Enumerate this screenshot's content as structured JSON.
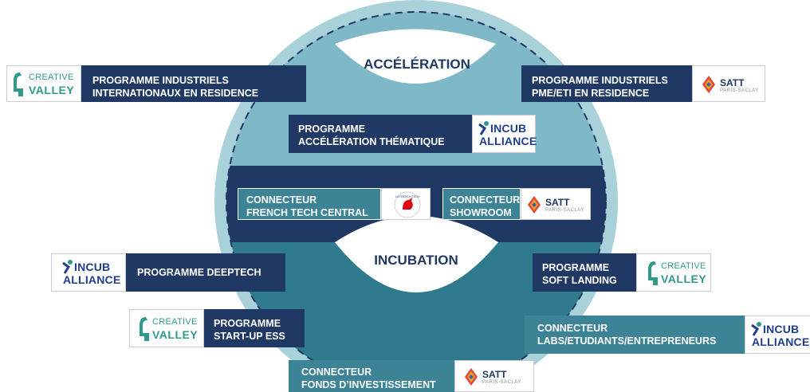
{
  "sections": {
    "acceleration": "ACCÉLÉRATION",
    "incubation": "INCUBATION"
  },
  "programs": {
    "intl_residence": [
      "PROGRAMME INDUSTRIELS",
      "INTERNATIONAUX EN RESIDENCE"
    ],
    "pme_residence": [
      "PROGRAMME INDUSTRIELS",
      "PME/ETI EN RESIDENCE"
    ],
    "acceleration_thematique": [
      "PROGRAMME",
      "ACCÉLÉRATION THÉMATIQUE"
    ],
    "french_tech": [
      "CONNECTEUR",
      "FRENCH TECH CENTRAL"
    ],
    "showroom": [
      "CONNECTEUR",
      "SHOWROOM"
    ],
    "deeptech": [
      "PROGRAMME DEEPTECH"
    ],
    "soft_landing": [
      "PROGRAMME",
      "SOFT LANDING"
    ],
    "startup_ess": [
      "PROGRAMME",
      "START-UP ESS"
    ],
    "labs": [
      "CONNECTEUR",
      "LABS/ETUDIANTS/ENTREPRENEURS"
    ],
    "fonds": [
      "CONNECTEUR",
      "FONDS D’INVESTISSEMENT"
    ]
  },
  "logos": {
    "creative_valley": {
      "line1": "CREATIVE",
      "line2": "VALLEY"
    },
    "incub_alliance": {
      "line1": "INCUB",
      "line2": "ALLIANCE"
    },
    "satt": {
      "line1": "SATT",
      "line2": "PARIS-SACLAY"
    },
    "french_tech": {
      "text": "LA FRENCH TECH"
    }
  },
  "colors": {
    "outer_ring": "#a9d1da",
    "upper_disc": "#7fb8c6",
    "lower_disc": "#2f7b8d",
    "band": "#1f3864",
    "dark_box": "#1f3864",
    "teal_box": "#3c8396"
  }
}
